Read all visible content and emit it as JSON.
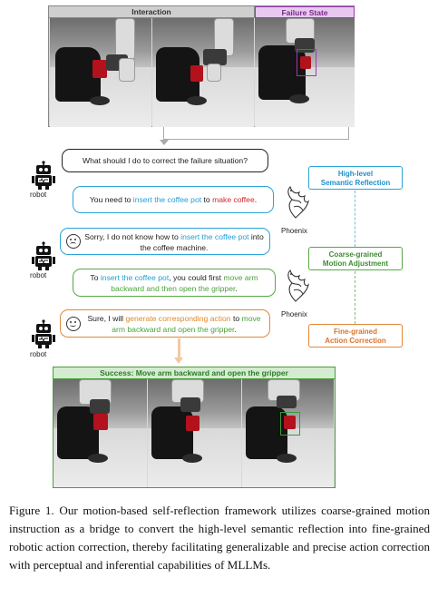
{
  "top_panel": {
    "interaction_header": "Interaction",
    "failure_header": "Failure State"
  },
  "dialog": {
    "q1": "What should I do to correct the failure situation?",
    "a1": {
      "p1": "You need to ",
      "h1": "insert the coffee pot",
      "p2": " to ",
      "h2": "make coffee",
      "p3": "."
    },
    "q2": {
      "p1": "Sorry, I do not know how to ",
      "h1": "insert the coffee pot",
      "p2": " into the coffee machine."
    },
    "a2": {
      "p1": "To ",
      "h1": "insert the coffee pot",
      "p2": ", you could first ",
      "h2": "move arm backward and then open the gripper",
      "p3": "."
    },
    "q3": {
      "p1": "Sure, I will ",
      "h1": "generate corresponding action",
      "p2": " to ",
      "h2": "move arm backward and open the gripper",
      "p3": "."
    }
  },
  "labels": {
    "robot": "robot",
    "phoenix": "Phoenix"
  },
  "tags": {
    "high": "High-level\nSemantic Reflection",
    "coarse": "Coarse-grained\nMotion Adjustment",
    "fine": "Fine-grained\nAction Correction"
  },
  "bottom_panel": {
    "success_header": "Success: Move arm backward and open the gripper"
  },
  "caption": "Figure 1.  Our motion-based self-reflection framework utilizes coarse-grained motion instruction as a bridge to convert the high-level semantic reflection into fine-grained robotic action correction, thereby facilitating generalizable and precise action correction with perceptual and inferential capabilities of MLLMs.",
  "colors": {
    "blue": "#2aa4d8",
    "green": "#56a845",
    "orange": "#e0883a",
    "failure_purple": "#9b3ab3",
    "success_green": "#4c9a40",
    "highlight_red": "#d4262b"
  }
}
